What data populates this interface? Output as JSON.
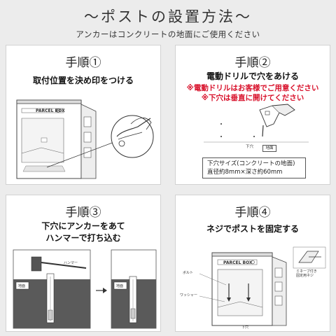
{
  "header": {
    "title": "～ポストの設置方法～",
    "subtitle": "アンカーはコンクリートの地面にご使用ください"
  },
  "panels": [
    {
      "step": "手順①",
      "text": "取付位置を決め印をつける",
      "diagram": {
        "box_label": "PARCEL BOX"
      }
    },
    {
      "step": "手順②",
      "text": "電動ドリルで穴をあける",
      "notes": [
        "※電動ドリルはお客様でご用意ください",
        "※下穴は垂直に開けてください"
      ],
      "diagram": {
        "hole_label": "下穴",
        "ground_label": "地面"
      },
      "info_lines": [
        "下穴サイズ(コンクリートの地面)",
        "直径約8mm×深さ約60mm"
      ]
    },
    {
      "step": "手順③",
      "text_lines": [
        "下穴にアンカーをあて",
        "ハンマーで打ち込む"
      ],
      "diagram": {
        "hammer_label": "ハンマー",
        "ground_label_left": "地面",
        "ground_label_right": "地面"
      }
    },
    {
      "step": "手順④",
      "text": "ネジでポストを固定する",
      "diagram": {
        "box_label": "PARCEL BOX",
        "bolt_label": "ボルト",
        "washer_label": "ワッシャー",
        "hole_label": "下穴",
        "inset_label_1": "ミネーブ付き",
        "inset_label_2": "固定用ネジ"
      }
    }
  ],
  "colors": {
    "accent_red": "#d8102a",
    "panel_bg": "#ffffff",
    "page_bg": "#ececec",
    "ground": "#5a5a5a"
  }
}
